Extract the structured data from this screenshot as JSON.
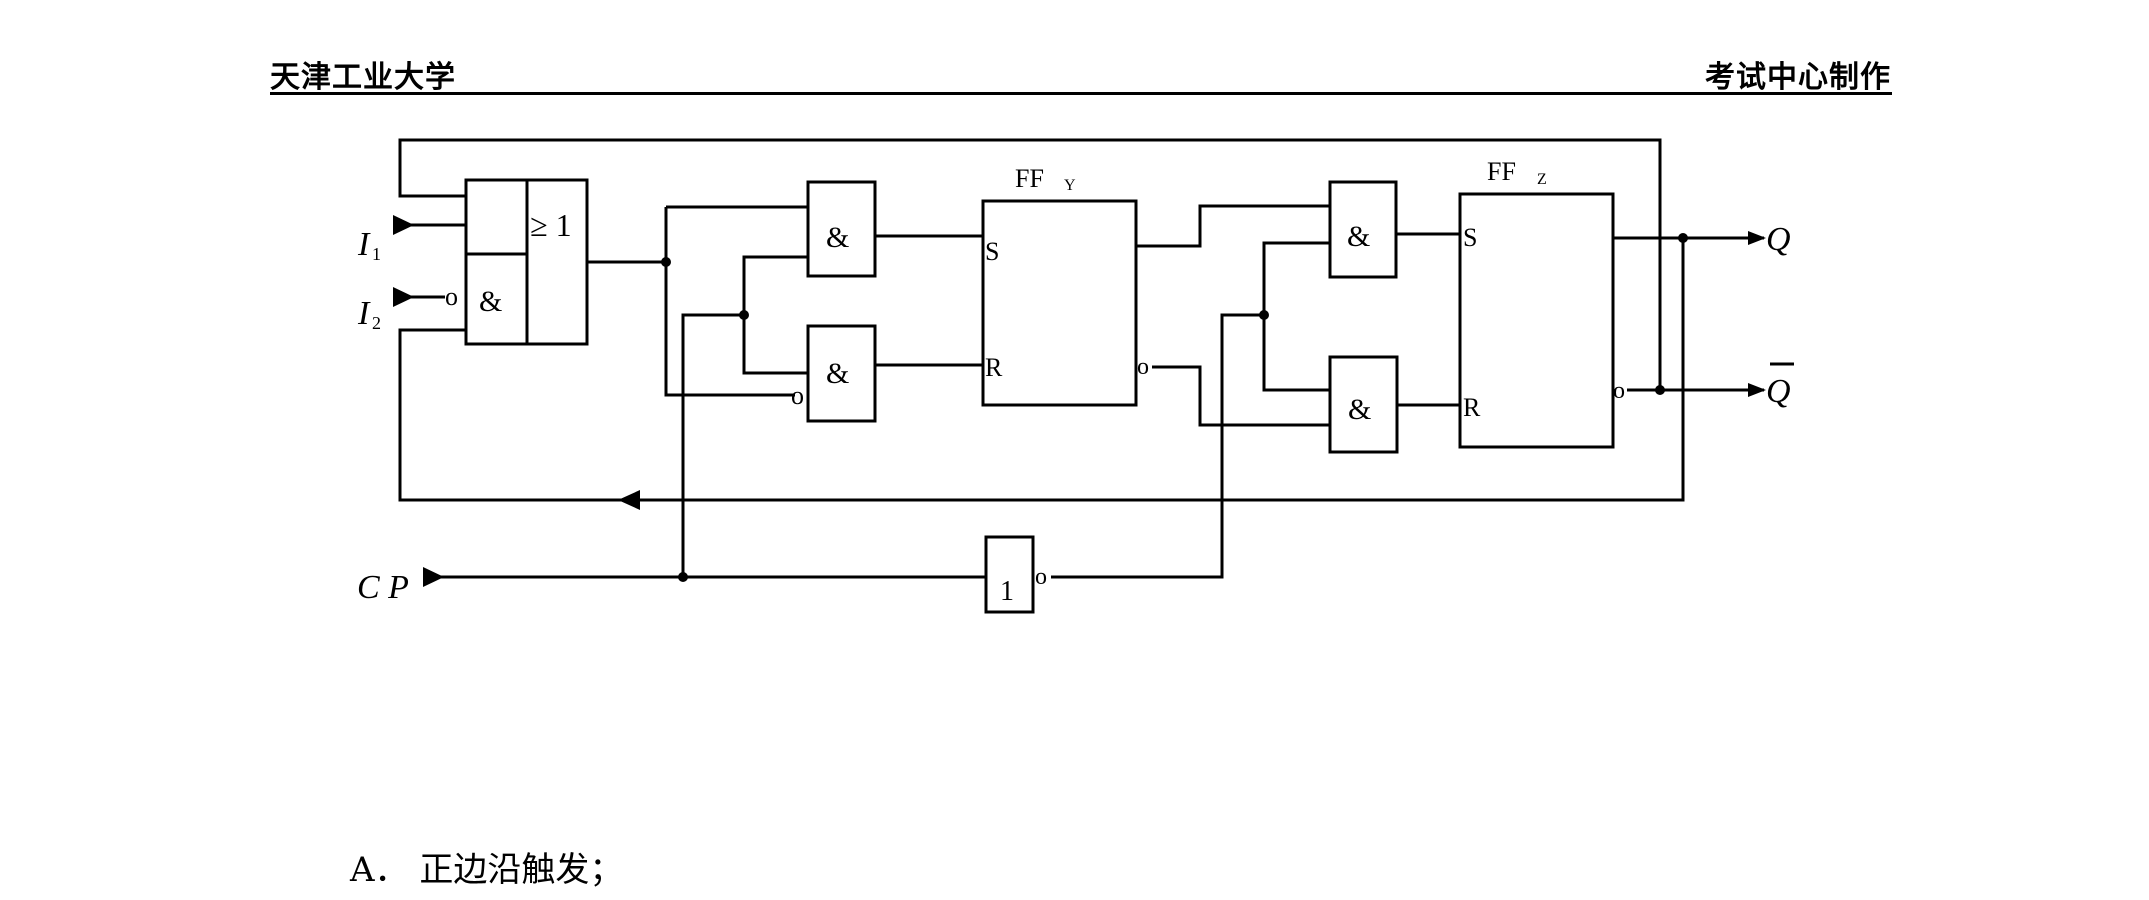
{
  "header": {
    "left": "天津工业大学",
    "right": "考试中心制作"
  },
  "circuit": {
    "inputs": {
      "i1": "I",
      "i1_sub": "1",
      "i2": "I",
      "i2_sub": "2",
      "cp": "C P"
    },
    "outputs": {
      "q": "Q",
      "q_bar": "Q"
    },
    "gates": {
      "or_symbol": "≥ 1",
      "and_symbol": "&",
      "not_symbol": "1",
      "inv_bubble": "o"
    },
    "flipflops": {
      "ffy_name": "FF",
      "ffy_sub": "Y",
      "ffz_name": "FF",
      "ffz_sub": "Z",
      "s_pin": "S",
      "r_pin": "R"
    }
  },
  "option_a": "A．  正边沿触发；"
}
